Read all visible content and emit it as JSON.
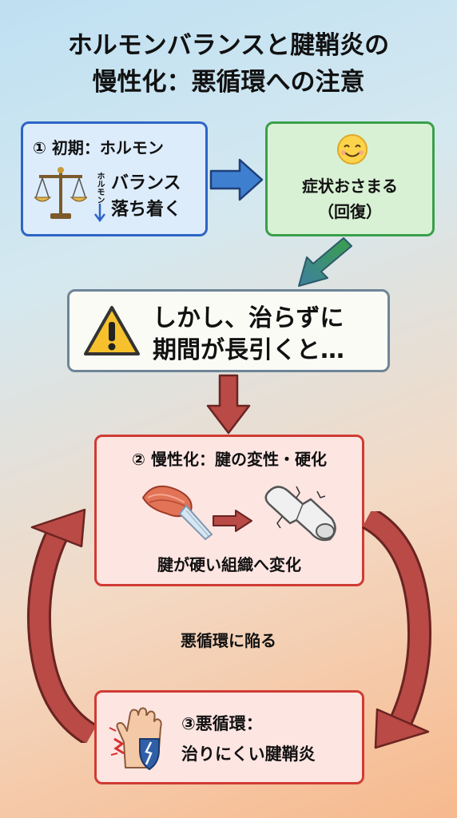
{
  "title": {
    "line1": "ホルモンバランスと腱鞘炎の",
    "line2": "慢性化：悪循環への注意"
  },
  "step1": {
    "heading": "① 初期：ホルモン",
    "small_label": "ホルモン",
    "line1": "バランス",
    "line2": "落ち着く",
    "icons": [
      "balance-scale-icon",
      "down-arrow-icon"
    ]
  },
  "step2": {
    "line1": "症状おさまる",
    "line2": "（回復）",
    "icon": "smiley-face-icon"
  },
  "warning": {
    "line1": "しかし、治らずに",
    "line2": "期間が長引くと…",
    "icon": "warning-triangle-icon"
  },
  "stage2": {
    "heading": "② 慢性化：腱の変性・硬化",
    "caption": "腱が硬い組織へ変化",
    "icons": [
      "muscle-tendon-icon",
      "right-arrow-icon",
      "cracked-tissue-icon"
    ]
  },
  "cycle_label": "悪循環に陥る",
  "stage3": {
    "line1": "③悪循環：",
    "line2": "治りにくい腱鞘炎",
    "icon": "painful-hand-icon"
  },
  "colors": {
    "blue_border": "#2e64c7",
    "green_border": "#3aa04a",
    "red_border": "#d03b34",
    "arrow_blue": "#3f7fd0",
    "arrow_red": "#b94a45"
  }
}
